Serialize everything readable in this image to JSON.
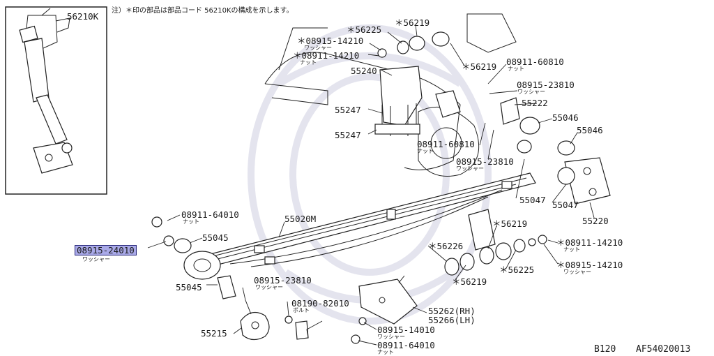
{
  "header_note": "注）＊印の部品は部品コード 56210Kの構成を示します。",
  "inset": {
    "label": "56210K"
  },
  "footer": {
    "code_left": "B120",
    "code_right": "AF54020013"
  },
  "colors": {
    "highlight": "#a9a9e8",
    "ink": "#1a1a1a"
  },
  "labels": [
    {
      "id": "l1",
      "text": "＊08915-14210",
      "sub": "ワッシャー"
    },
    {
      "id": "l2",
      "text": "＊08911-14210",
      "sub": "ナット"
    },
    {
      "id": "l3",
      "text": "＊56225",
      "sub": ""
    },
    {
      "id": "l4",
      "text": "＊56219",
      "sub": ""
    },
    {
      "id": "l5",
      "text": "55240",
      "sub": ""
    },
    {
      "id": "l6",
      "text": "＊56219",
      "sub": ""
    },
    {
      "id": "l7",
      "text": "08911-60810",
      "sub": "ナット"
    },
    {
      "id": "l8",
      "text": "08915-23810",
      "sub": "ワッシャー"
    },
    {
      "id": "l9",
      "text": "55222",
      "sub": ""
    },
    {
      "id": "l10",
      "text": "55247",
      "sub": ""
    },
    {
      "id": "l11",
      "text": "55046",
      "sub": ""
    },
    {
      "id": "l12",
      "text": "55247",
      "sub": ""
    },
    {
      "id": "l13",
      "text": "55046",
      "sub": ""
    },
    {
      "id": "l14",
      "text": "08911-60810",
      "sub": "ナット"
    },
    {
      "id": "l15",
      "text": "08915-23810",
      "sub": "ワッシャー"
    },
    {
      "id": "l16",
      "text": "55047",
      "sub": ""
    },
    {
      "id": "l17",
      "text": "55047",
      "sub": ""
    },
    {
      "id": "l18",
      "text": "55220",
      "sub": ""
    },
    {
      "id": "l19",
      "text": "08911-64010",
      "sub": "ナット"
    },
    {
      "id": "l20",
      "text": "55020M",
      "sub": ""
    },
    {
      "id": "l21",
      "text": "55045",
      "sub": ""
    },
    {
      "id": "l22",
      "text": "＊56219",
      "sub": ""
    },
    {
      "id": "l23",
      "text": "08915-24010",
      "sub": "ワッシャー",
      "highlight": true
    },
    {
      "id": "l24",
      "text": "＊56226",
      "sub": ""
    },
    {
      "id": "l25",
      "text": "＊08911-14210",
      "sub": "ナット"
    },
    {
      "id": "l26",
      "text": "＊56225",
      "sub": ""
    },
    {
      "id": "l27",
      "text": "＊08915-14210",
      "sub": "ワッシャー"
    },
    {
      "id": "l28",
      "text": "＊56219",
      "sub": ""
    },
    {
      "id": "l29",
      "text": "55045",
      "sub": ""
    },
    {
      "id": "l30",
      "text": "08915-23810",
      "sub": "ワッシャー"
    },
    {
      "id": "l31",
      "text": "08190-82010",
      "sub": "ボルト"
    },
    {
      "id": "l32",
      "text": "55262(RH)",
      "sub": ""
    },
    {
      "id": "l33",
      "text": "55266(LH)",
      "sub": ""
    },
    {
      "id": "l34",
      "text": "55215",
      "sub": ""
    },
    {
      "id": "l35",
      "text": "08915-14010",
      "sub": "ワッシャー"
    },
    {
      "id": "l36",
      "text": "08911-64010",
      "sub": "ナット"
    }
  ]
}
